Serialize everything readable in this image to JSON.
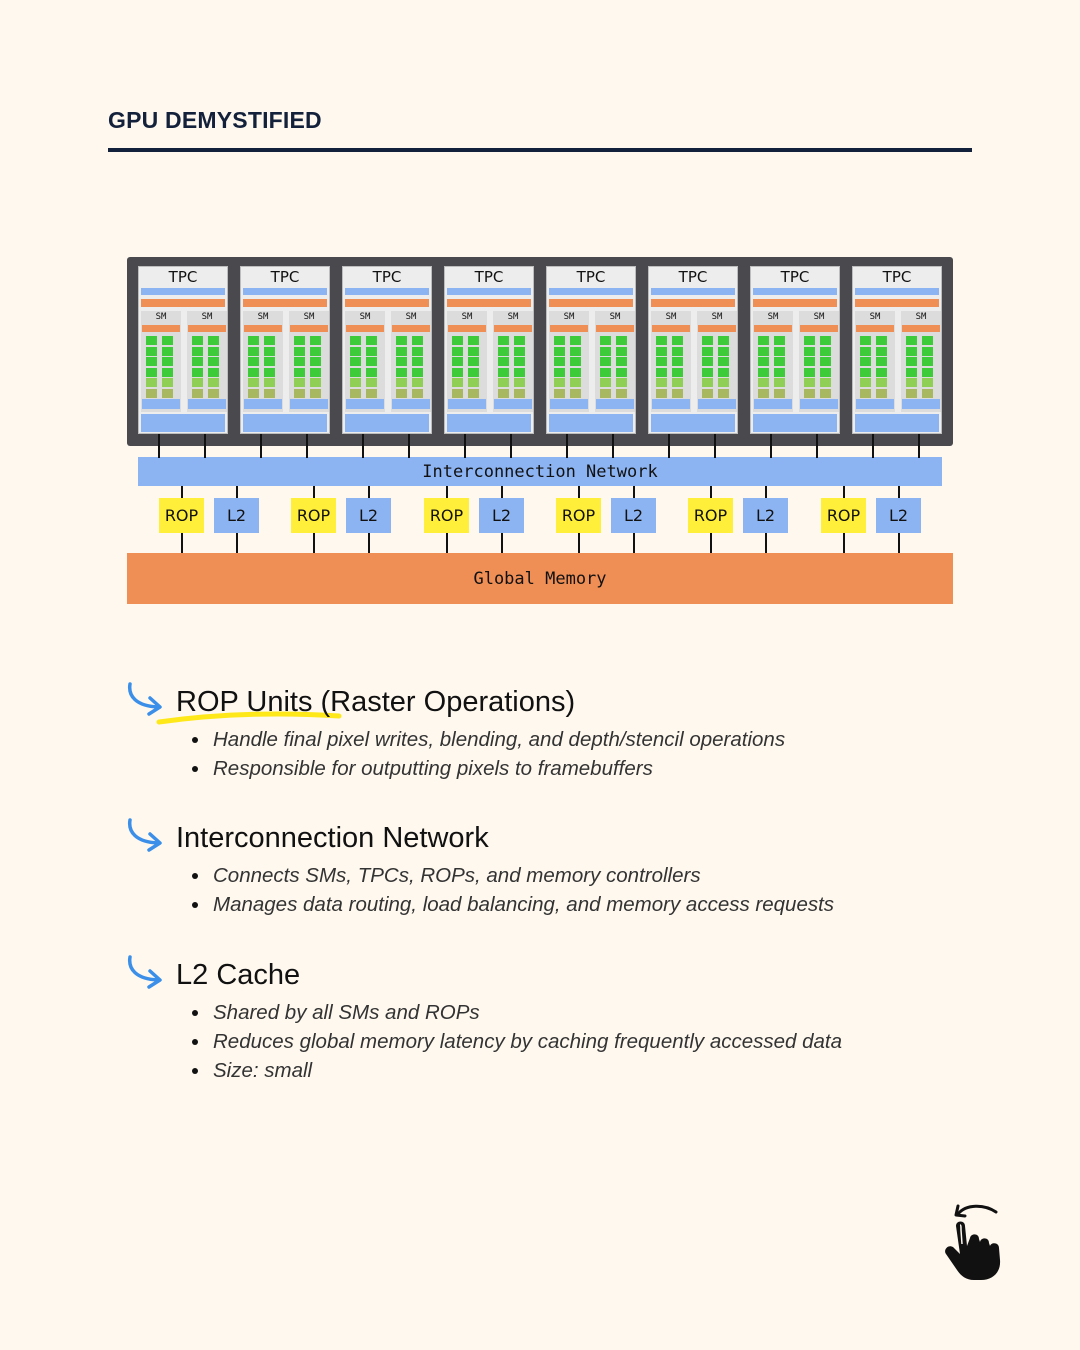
{
  "header": {
    "title": "GPU DEMYSTIFIED"
  },
  "diagram": {
    "tpc_label": "TPC",
    "sm_label": "SM",
    "tpc_count": 8,
    "interconnect_label": "Interconnection Network",
    "rop_label": "ROP",
    "l2_label": "L2",
    "memory_label": "Global Memory",
    "colors": {
      "frame": "#4a4a4e",
      "blue": "#8db4f2",
      "orange": "#ef8e55",
      "yellow": "#ffee3a",
      "green": "#3ecb3a"
    }
  },
  "sections": [
    {
      "title": "ROP Units (Raster Operations)",
      "icon": "curved-arrow-icon",
      "bullets": [
        "Handle final pixel writes, blending, and depth/stencil operations",
        "Responsible for outputting pixels to framebuffers"
      ]
    },
    {
      "title": "Interconnection Network",
      "icon": "curved-arrow-icon",
      "bullets": [
        "Connects SMs, TPCs, ROPs, and memory controllers",
        "Manages data routing, load balancing, and memory access requests"
      ]
    },
    {
      "title": "L2 Cache",
      "icon": "curved-arrow-icon",
      "bullets": [
        "Shared by all SMs and ROPs",
        "Reduces global memory latency by caching frequently accessed data",
        "Size: small"
      ]
    }
  ],
  "footer": {
    "icon": "swipe-hand-icon"
  }
}
